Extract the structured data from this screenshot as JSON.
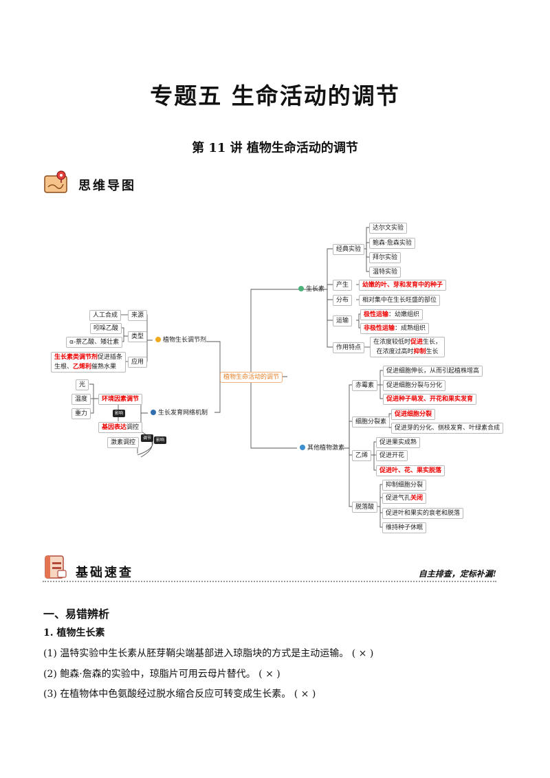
{
  "header": {
    "title": "专题五  生命活动的调节",
    "subtitle": "第 11 讲  植物生命活动的调节"
  },
  "sections": {
    "mindmap_title": "思维导图",
    "basics_title": "基础速查",
    "basics_slogan": "自主排查，定标补漏!"
  },
  "mindmap": {
    "center": "植物生命活动的调节",
    "left": {
      "regulator": {
        "label": "植物生长调节剂",
        "source_label": "来源",
        "source_item": "人工合成",
        "types_label": "类型",
        "types_items": [
          "吲哚乙酸",
          "α-萘乙酸、矮壮素"
        ],
        "apply_label": "应用",
        "apply_line1_red": "生长素类调节剂",
        "apply_line1_rest": "促进插条",
        "apply_line2_a": "生根、",
        "apply_line2_red": "乙烯利",
        "apply_line2_b": "催熟水果"
      },
      "network": {
        "label": "生长发育网络机制",
        "env_items": [
          "光",
          "温度",
          "重力"
        ],
        "env_reg": "环境因素调节",
        "gene_reg_red": "基因表达",
        "gene_reg_rest": "调控",
        "hormone_reg": "激素调控",
        "tag_affect": "影响",
        "tag_regulate": "调节",
        "tag_influence": "影响"
      }
    },
    "right": {
      "auxin": {
        "label": "生长素",
        "classic_label": "经典实验",
        "classic_items": [
          "达尔文实验",
          "鲍森·詹森实验",
          "拜尔实验",
          "温特实验"
        ],
        "produce_label": "产生",
        "produce_item": "幼嫩的叶、芽和发育中的种子",
        "distribution_label": "分布",
        "distribution_item": "相对集中在生长旺盛的部位",
        "transport_label": "运输",
        "transport_polar_red": "极性运输",
        "transport_polar_rest": "：幼嫩组织",
        "transport_nonpolar_red": "非极性运输",
        "transport_nonpolar_rest": "：成熟组织",
        "feature_label": "作用特点",
        "feature_line1_a": "在浓度较低时",
        "feature_line1_red": "促进",
        "feature_line1_b": "生长，",
        "feature_line2_a": "在浓度过高时",
        "feature_line2_red": "抑制",
        "feature_line2_b": "生长"
      },
      "others": {
        "label": "其他植物激素",
        "groups": [
          {
            "name": "赤霉素",
            "items": [
              "促进细胞伸长，从而引起植株增高",
              "促进细胞分裂与分化",
              "促进种子萌发、开花和果实发育"
            ],
            "red": [
              false,
              false,
              true
            ]
          },
          {
            "name": "细胞分裂素",
            "items": [
              "促进细胞分裂",
              "促进芽的分化、侧枝发育、叶绿素合成"
            ],
            "red": [
              true,
              false
            ]
          },
          {
            "name": "乙烯",
            "items": [
              "促进果实成熟",
              "促进开花",
              "促进叶、花、果实脱落"
            ],
            "red": [
              false,
              false,
              true
            ]
          },
          {
            "name": "脱落酸",
            "items": [
              "抑制细胞分裂",
              "促进气孔关闭",
              "促进叶和果实的衰老和脱落",
              "维持种子休眠"
            ],
            "red": [
              false,
              false,
              false,
              false
            ]
          }
        ],
        "stomata_a": "促进气孔",
        "stomata_red": "关闭"
      }
    }
  },
  "errors": {
    "heading": "一、易错辨析",
    "sub": "1.    植物生长素",
    "items": [
      "(1)   温特实验中生长素从胚芽鞘尖端基部进入琼脂块的方式是主动运输。      (   ×   )",
      "(2)   鲍森·詹森的实验中，琼脂片可用云母片替代。        (   ×   )",
      "(3)   在植物体中色氨酸经过脱水缩合反应可转变成生长素。        (   ×   )"
    ]
  },
  "colors": {
    "accent_red": "#e00000",
    "center_orange": "#e6812a",
    "auxin_dot": "#4bb37a",
    "regulator_dot": "#f2a81d",
    "network_dot": "#2f6fb0",
    "others_dot": "#3a8fd1"
  }
}
